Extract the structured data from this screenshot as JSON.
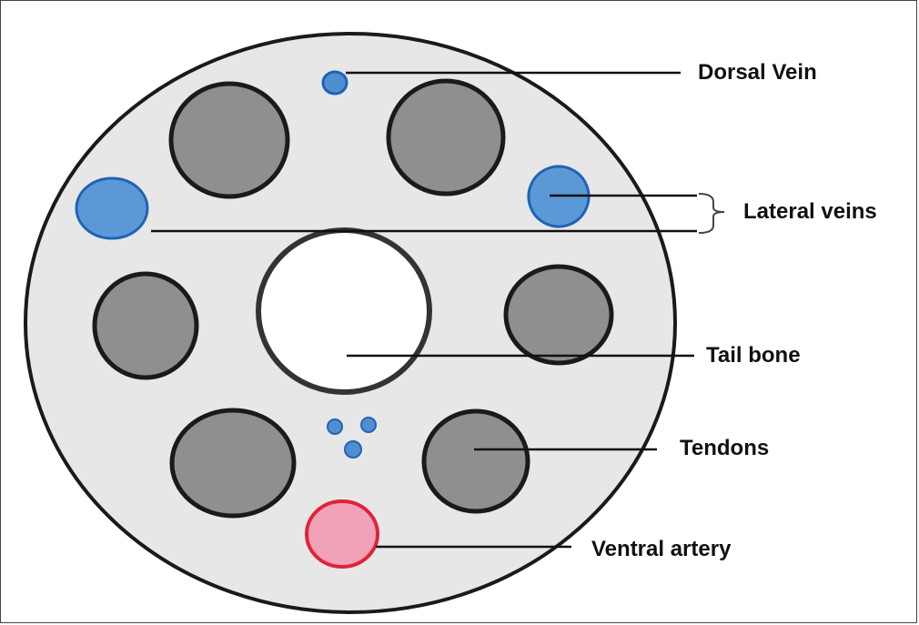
{
  "labels": {
    "dorsal_vein": "Dorsal Vein",
    "lateral_veins": "Lateral veins",
    "tail_bone": "Tail bone",
    "tendons": "Tendons",
    "ventral_artery": "Ventral artery"
  },
  "colors": {
    "tissue": "#e7e7e7",
    "tendon": "#8f8f8f",
    "vein": "#4f8fd0",
    "vein_outline": "#1f63b5",
    "artery": "#f2a2b8",
    "artery_outline": "#e0233a",
    "bone": "#ffffff",
    "outline": "#1a1a1a"
  }
}
